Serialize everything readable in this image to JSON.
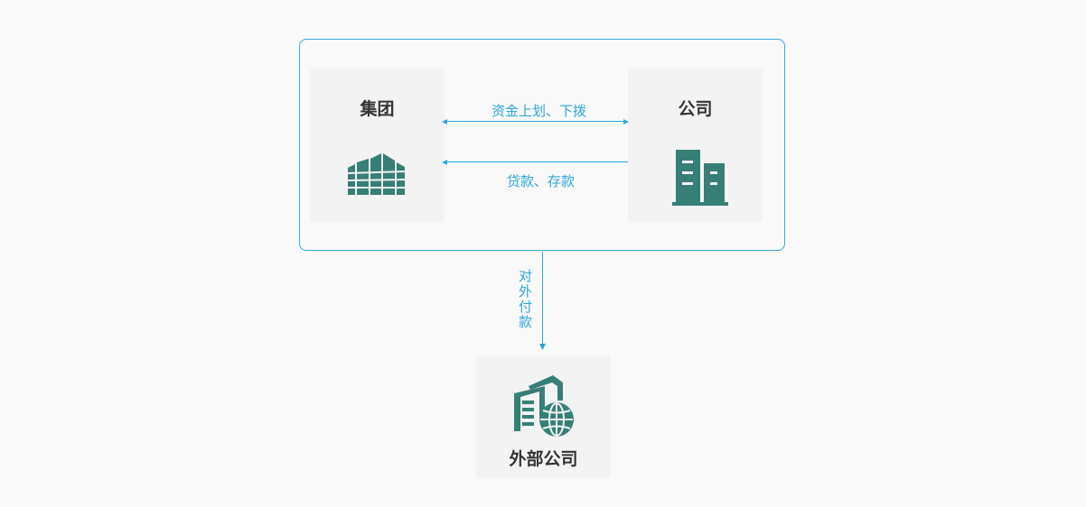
{
  "nodes": {
    "group": {
      "title": "集团"
    },
    "company": {
      "title": "公司"
    },
    "external": {
      "title": "外部公司"
    }
  },
  "edges": {
    "allocate": {
      "label": "资金上划、下拨"
    },
    "loan": {
      "label": "贷款、存款"
    },
    "payment": {
      "label": [
        "对",
        "外",
        "付",
        "款"
      ]
    }
  },
  "colors": {
    "accent": "#2ea6dc",
    "icon": "#367f77"
  }
}
